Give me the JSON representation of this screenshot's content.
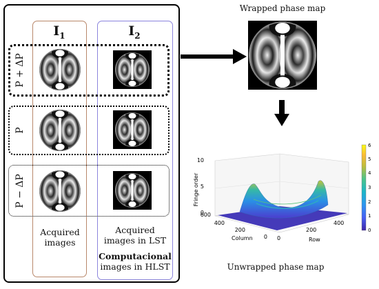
{
  "diagram": {
    "columns": [
      {
        "label_main": "I",
        "label_sub": "1"
      },
      {
        "label_main": "I",
        "label_sub": "2"
      }
    ],
    "rows": [
      {
        "label": "P + ΔP"
      },
      {
        "label": "P"
      },
      {
        "label": "P − ΔP"
      }
    ],
    "captions": {
      "acquired": "Acquired images",
      "acquired_lst": "Acquired images in LST",
      "comp_bold": "Computacional",
      "comp_rest": " images in HLST"
    },
    "wrapped_title": "Wrapped phase map",
    "unwrapped_title": "Unwrapped phase map"
  },
  "chart_data": {
    "type": "surface",
    "zlabel": "Fringe order",
    "xlabel": "Column",
    "ylabel": "Row",
    "z_ticks": [
      "0",
      "5",
      "10"
    ],
    "column_ticks": [
      "0",
      "200",
      "400",
      "600"
    ],
    "row_ticks": [
      "0",
      "200",
      "400"
    ],
    "colorbar_ticks": [
      "0",
      "1",
      "2",
      "3",
      "4",
      "5",
      "6"
    ],
    "colorbar_range": [
      0,
      6
    ],
    "colormap": [
      "#3e26a8",
      "#4760f4",
      "#2d96f0",
      "#1cb6c9",
      "#4bc48a",
      "#bebd3c",
      "#fbbb36",
      "#f9fb15"
    ]
  }
}
